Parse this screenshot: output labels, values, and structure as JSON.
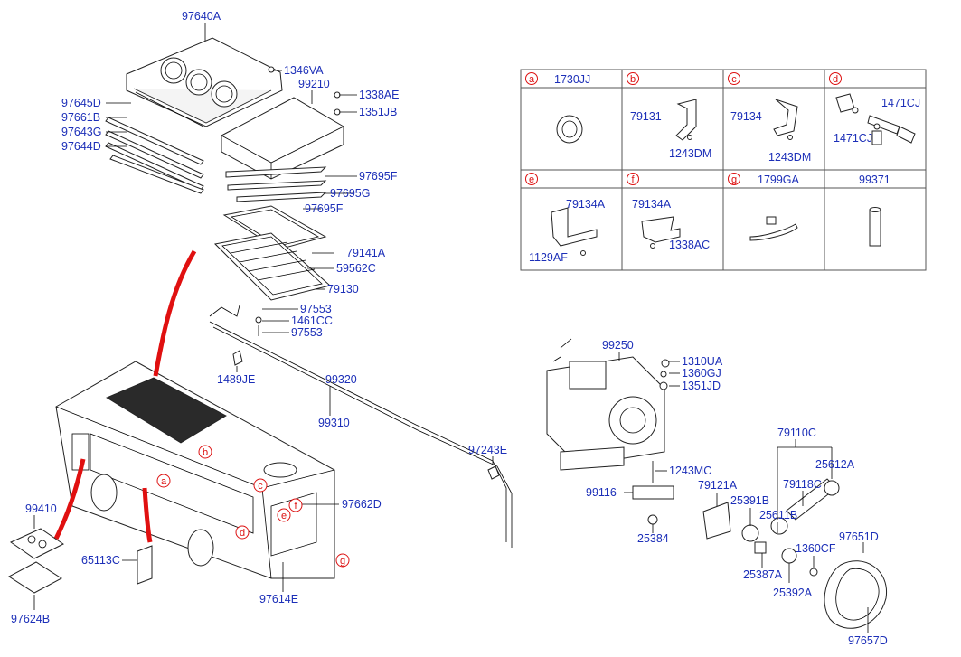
{
  "colors": {
    "label": "#1c2fb8",
    "callout": "#d11",
    "arrow": "#e01010",
    "line": "#000000"
  },
  "labels": {
    "p97640A": "97640A",
    "p1346VA": "1346VA",
    "p99210": "99210",
    "p1338AE": "1338AE",
    "p1351JB": "1351JB",
    "p97645D": "97645D",
    "p97661B": "97661B",
    "p97643G": "97643G",
    "p97644D": "97644D",
    "p97695F_a": "97695F",
    "p97695G": "97695G",
    "p97695F_b": "97695F",
    "p79141A": "79141A",
    "p59562C": "59562C",
    "p79130": "79130",
    "p97553_a": "97553",
    "p1461CC": "1461CC",
    "p97553_b": "97553",
    "p1489JE": "1489JE",
    "p99320": "99320",
    "p99310": "99310",
    "p97243E": "97243E",
    "p97662D": "97662D",
    "p99410": "99410",
    "p65113C": "65113C",
    "p97614E": "97614E",
    "p97624B": "97624B",
    "p99250": "99250",
    "p1310UA": "1310UA",
    "p1360GJ": "1360GJ",
    "p1351JD": "1351JD",
    "p1243MC": "1243MC",
    "p99116": "99116",
    "p25384": "25384",
    "p79110C": "79110C",
    "p79121A": "79121A",
    "p25391B": "25391B",
    "p79118C": "79118C",
    "p25612A": "25612A",
    "p25611B": "25611B",
    "p1360CF": "1360CF",
    "p25387A": "25387A",
    "p25392A": "25392A",
    "p97651D": "97651D",
    "p97657D": "97657D"
  },
  "callouts": {
    "a": "a",
    "b": "b",
    "c": "c",
    "d": "d",
    "e": "e",
    "f": "f",
    "g": "g"
  },
  "table": {
    "cells": [
      {
        "letter": "a",
        "header": "1730JJ",
        "labels": []
      },
      {
        "letter": "b",
        "header": "",
        "labels": [
          "79131",
          "1243DM"
        ]
      },
      {
        "letter": "c",
        "header": "",
        "labels": [
          "79134",
          "1243DM"
        ]
      },
      {
        "letter": "d",
        "header": "",
        "labels": [
          "1471CJ",
          "1471CJ"
        ]
      },
      {
        "letter": "e",
        "header": "79134A",
        "labels": [
          "1129AF"
        ]
      },
      {
        "letter": "f",
        "header": "79134A",
        "labels": [
          "1338AC"
        ]
      },
      {
        "letter": "g",
        "header": "1799GA",
        "labels": []
      },
      {
        "letter": "",
        "header": "99371",
        "labels": []
      }
    ]
  }
}
